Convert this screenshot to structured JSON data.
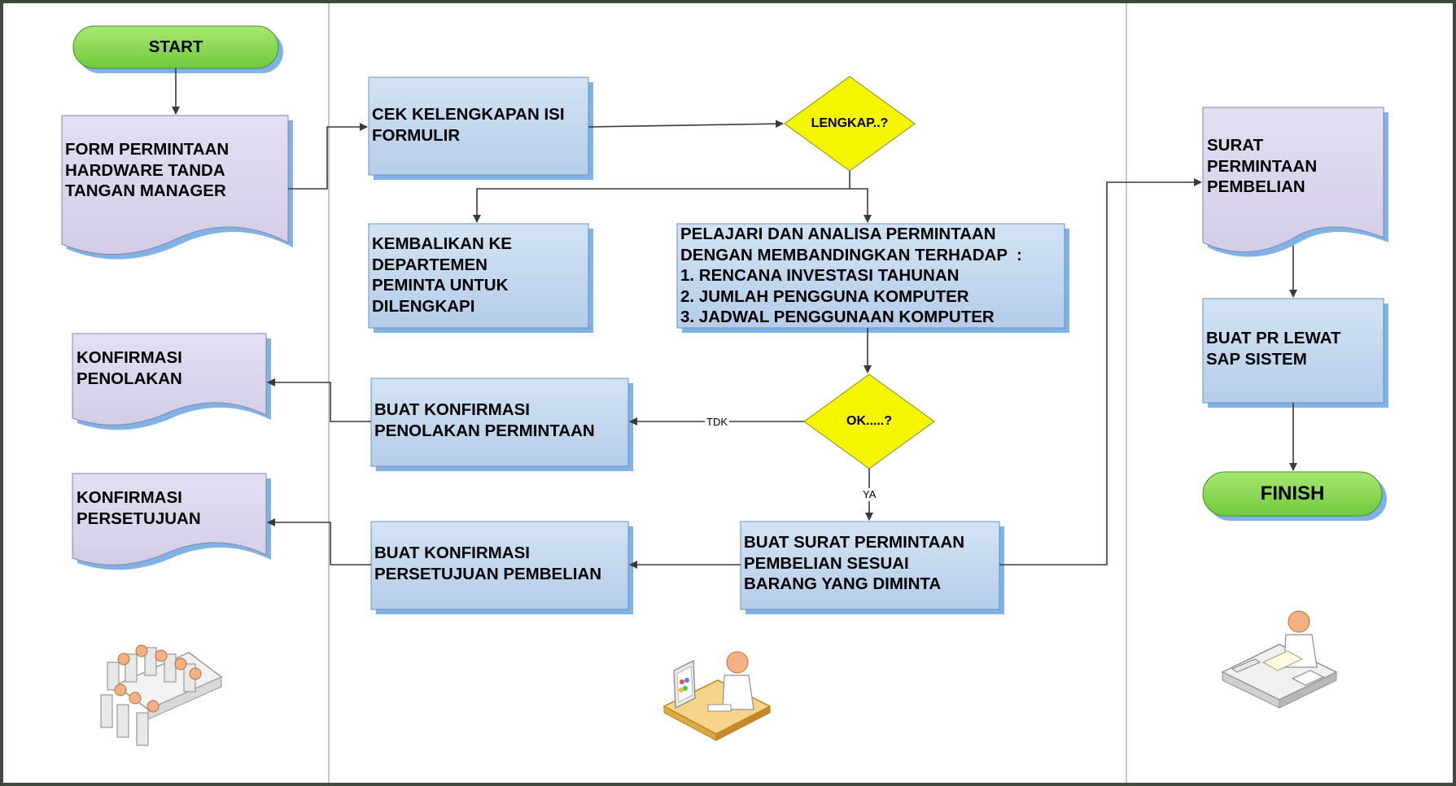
{
  "colors": {
    "frame": "#3e4a3b",
    "lane_divider": "#c8c8c8",
    "terminal_fill": "#8ddc4e",
    "decision_fill": "#f5f500",
    "process_fill": "#c3d8ef",
    "document_fill": "#dcd6ec",
    "shadow": "#7fb2e6",
    "connector": "#3a3a3a"
  },
  "terminals": {
    "start": "START",
    "finish": "FINISH"
  },
  "documents": {
    "form_request": "FORM PERMINTAAN\nHARDWARE TANDA\nTANGAN MANAGER",
    "rejection_confirm": "KONFIRMASI\nPENOLAKAN",
    "approval_confirm": "KONFIRMASI\nPERSETUJUAN",
    "purchase_letter": "SURAT\nPERMINTAAN\nPEMBELIAN"
  },
  "processes": {
    "check_form": "CEK KELENGKAPAN ISI\nFORMULIR",
    "return_dept": "KEMBALIKAN KE\nDEPARTEMEN\nPEMINTA UNTUK\nDILENGKAPI",
    "analyze": "PELAJARI DAN ANALISA PERMINTAAN\nDENGAN MEMBANDINGKAN TERHADAP  :\n1. RENCANA INVESTASI TAHUNAN\n2. JUMLAH PENGGUNA KOMPUTER\n3. JADWAL PENGGUNAAN KOMPUTER",
    "reject_confirm": "BUAT KONFIRMASI\nPENOLAKAN PERMINTAAN",
    "approve_confirm": "BUAT KONFIRMASI\nPERSETUJUAN PEMBELIAN",
    "purchase_request": "BUAT SURAT PERMINTAAN\nPEMBELIAN SESUAI\nBARANG YANG DIMINTA",
    "create_pr": "BUAT PR LEWAT\nSAP SISTEM"
  },
  "decisions": {
    "complete": "LENGKAP..?",
    "ok": "OK.....?"
  },
  "edge_labels": {
    "no": "TDK",
    "yes": "YA"
  },
  "icons": {
    "lane1": "meeting-people-icon",
    "lane2": "designer-at-computer-icon",
    "lane3": "clerk-at-desk-icon"
  }
}
